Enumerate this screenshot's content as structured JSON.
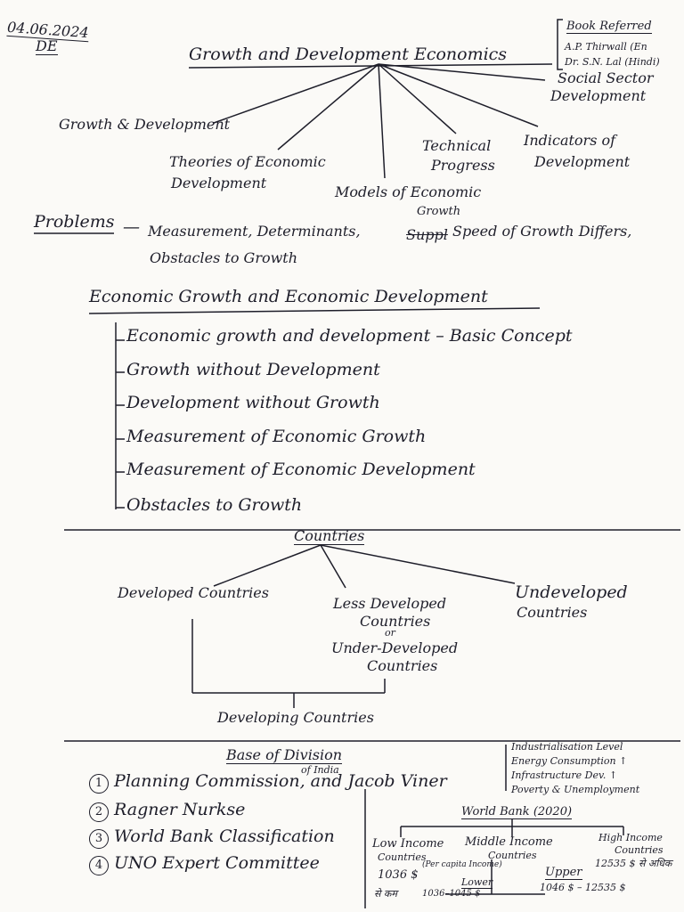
{
  "header": {
    "date": "04.06.2024",
    "subject_code": "DE",
    "title": "Growth and Development Economics",
    "books_heading": "Book Referred",
    "book_1": "A.P. Thirwall (En",
    "book_2": "Dr. S.N. Lal (Hindi)"
  },
  "topics": {
    "social_sector": "Social Sector",
    "social_sector_2": "Development",
    "growth_dev": "Growth & Development",
    "theories": "Theories of Economic",
    "theories_2": "Development",
    "technical": "Technical",
    "technical_2": "Progress",
    "indicators": "Indicators of",
    "indicators_2": "Development",
    "models": "Models of Economic",
    "models_2": "Growth"
  },
  "problems": {
    "label": "Problems",
    "dash": "—",
    "line1_a": "Measurement, Determinants,",
    "line1_strike": "Suppl",
    "line1_b": "Speed of Growth Differs,",
    "line2": "Obstacles to Growth"
  },
  "section2": {
    "heading": "Economic Growth and Economic Development",
    "items": [
      "Economic growth and development – Basic Concept",
      "Growth without Development",
      "Development without Growth",
      "Measurement of Economic Growth",
      "Measurement of Economic Development",
      "Obstacles to Growth"
    ]
  },
  "countries": {
    "heading": "Countries",
    "developed": "Developed Countries",
    "less_dev_1": "Less Developed",
    "less_dev_2": "Countries",
    "or": "or",
    "under_dev_1": "Under-Developed",
    "under_dev_2": "Countries",
    "undeveloped_1": "Undeveloped",
    "undeveloped_2": "Countries",
    "developing": "Developing Countries"
  },
  "division": {
    "heading": "Base of Division",
    "of_india": "of India",
    "items": [
      {
        "num": "1",
        "text": "Planning Commission, and Jacob Viner"
      },
      {
        "num": "2",
        "text": "Ragner Nurkse"
      },
      {
        "num": "3",
        "text": "World Bank Classification"
      },
      {
        "num": "4",
        "text": "UNO Expert Committee"
      }
    ],
    "criteria": [
      "Industrialisation Level",
      "Energy Consumption ↑",
      "Infrastructure Dev. ↑",
      "Poverty & Unemployment"
    ]
  },
  "world_bank": {
    "heading": "World Bank (2020)",
    "low_1": "Low Income",
    "low_2": "Countries",
    "low_value": "1036 $",
    "per_capita": "(Per capita Income)",
    "low_hindi": "से कम",
    "middle_1": "Middle Income",
    "middle_2": "Countries",
    "lower": "Lower",
    "lower_value": "1036–1045 $",
    "upper": "Upper",
    "upper_value": "1046 $ – 12535 $",
    "high_1": "High Income",
    "high_2": "Countries",
    "high_value": "12535 $ से अधिक"
  }
}
